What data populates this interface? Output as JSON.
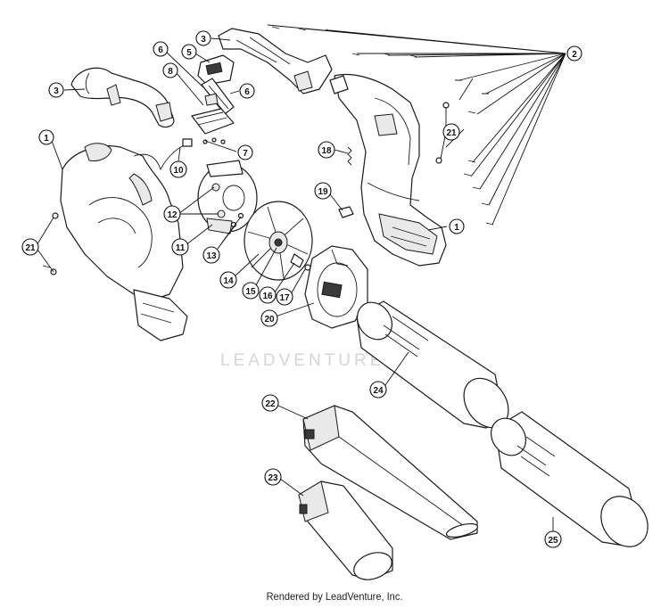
{
  "watermark": "LEADVENTURE",
  "footer": "Rendered by LeadVenture, Inc.",
  "callouts": [
    "1",
    "1",
    "2",
    "3",
    "3",
    "5",
    "6",
    "6",
    "7",
    "8",
    "10",
    "11",
    "12",
    "13",
    "14",
    "15",
    "16",
    "17",
    "18",
    "19",
    "20",
    "21",
    "21",
    "22",
    "23",
    "24",
    "25"
  ]
}
